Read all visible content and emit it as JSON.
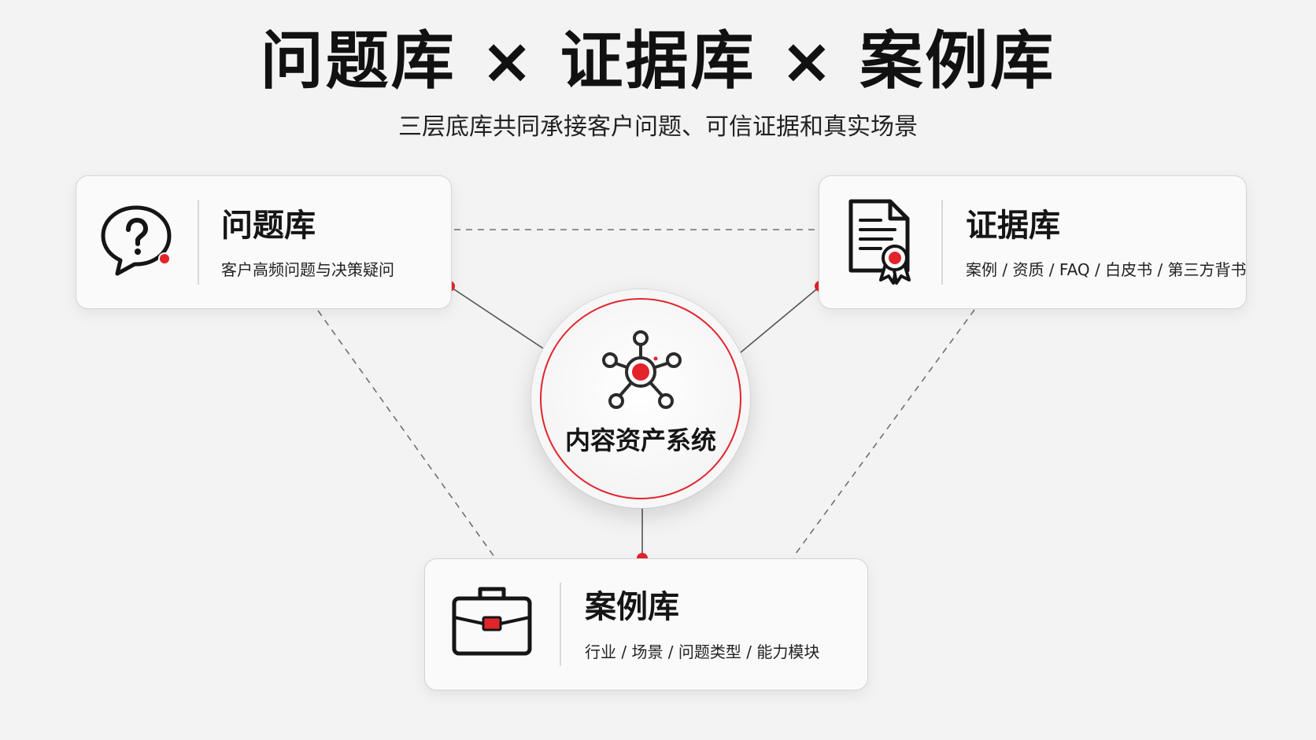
{
  "title": "问题库 × 证据库 × 案例库",
  "subtitle": "三层底库共同承接客户问题、可信证据和真实场景",
  "hub": {
    "label": "内容资产系统",
    "icon": "network-hub-icon"
  },
  "cards": {
    "questions": {
      "name": "问题库",
      "desc": "客户高频问题与决策疑问",
      "icon": "question-bubble-icon"
    },
    "evidence": {
      "name": "证据库",
      "desc": "案例 / 资质 / FAQ / 白皮书 / 第三方背书",
      "icon": "certificate-document-icon"
    },
    "cases": {
      "name": "案例库",
      "desc": "行业 / 场景 / 问题类型 / 能力模块",
      "icon": "briefcase-icon"
    }
  },
  "colors": {
    "accent": "#e3242b",
    "text": "#151515",
    "background": "#f3f3f4",
    "line": "#555555"
  }
}
